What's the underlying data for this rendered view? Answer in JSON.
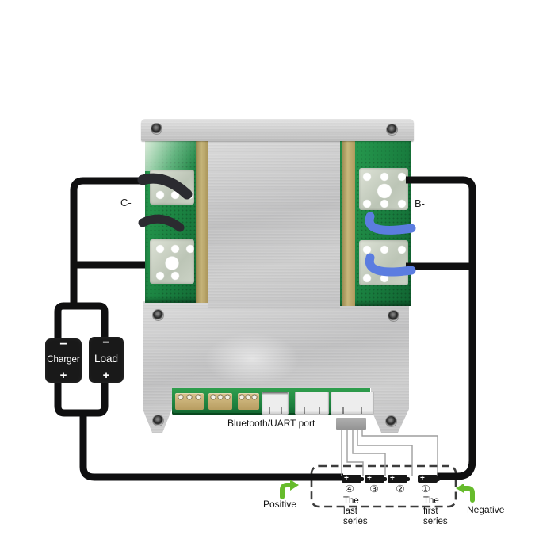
{
  "labels": {
    "c_minus": "C-",
    "b_minus": "B-",
    "port": "Bluetooth/UART port",
    "positive": "Positive",
    "negative": "Negative"
  },
  "charger": {
    "name": "Charger",
    "minus": "−",
    "plus": "+"
  },
  "load": {
    "name": "Load",
    "minus": "−",
    "plus": "+"
  },
  "cells": [
    {
      "number": "④",
      "plus": "+",
      "caption": [
        "The",
        "last",
        "series"
      ]
    },
    {
      "number": "③",
      "plus": "+",
      "caption": []
    },
    {
      "number": "②",
      "plus": "+",
      "caption": []
    },
    {
      "number": "①",
      "plus": "+",
      "caption": [
        "The",
        "first",
        "series"
      ]
    }
  ],
  "colors": {
    "arrow_green": "#66bb2c",
    "pcb_green": "#1f8e45",
    "wire_black": "#0f0f10",
    "wire_blue": "#5b7de0",
    "aluminum": "#c8c8c8"
  }
}
